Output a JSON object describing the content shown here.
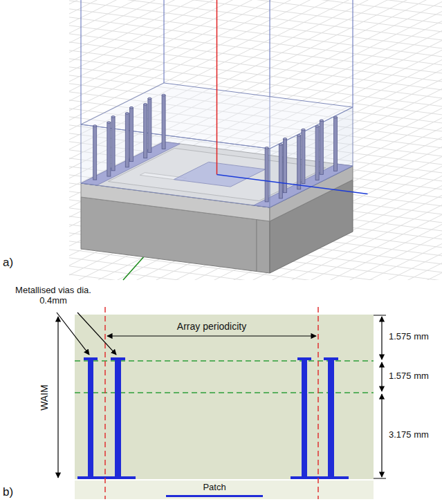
{
  "diagram": {
    "labels": [
      "a)",
      "Metallised vias dia. 0.4mm",
      "Array periodicity",
      "WAIM",
      "1.575 mm",
      "1.575 mm",
      "3.175 mm",
      "Patch",
      "b)"
    ]
  }
}
